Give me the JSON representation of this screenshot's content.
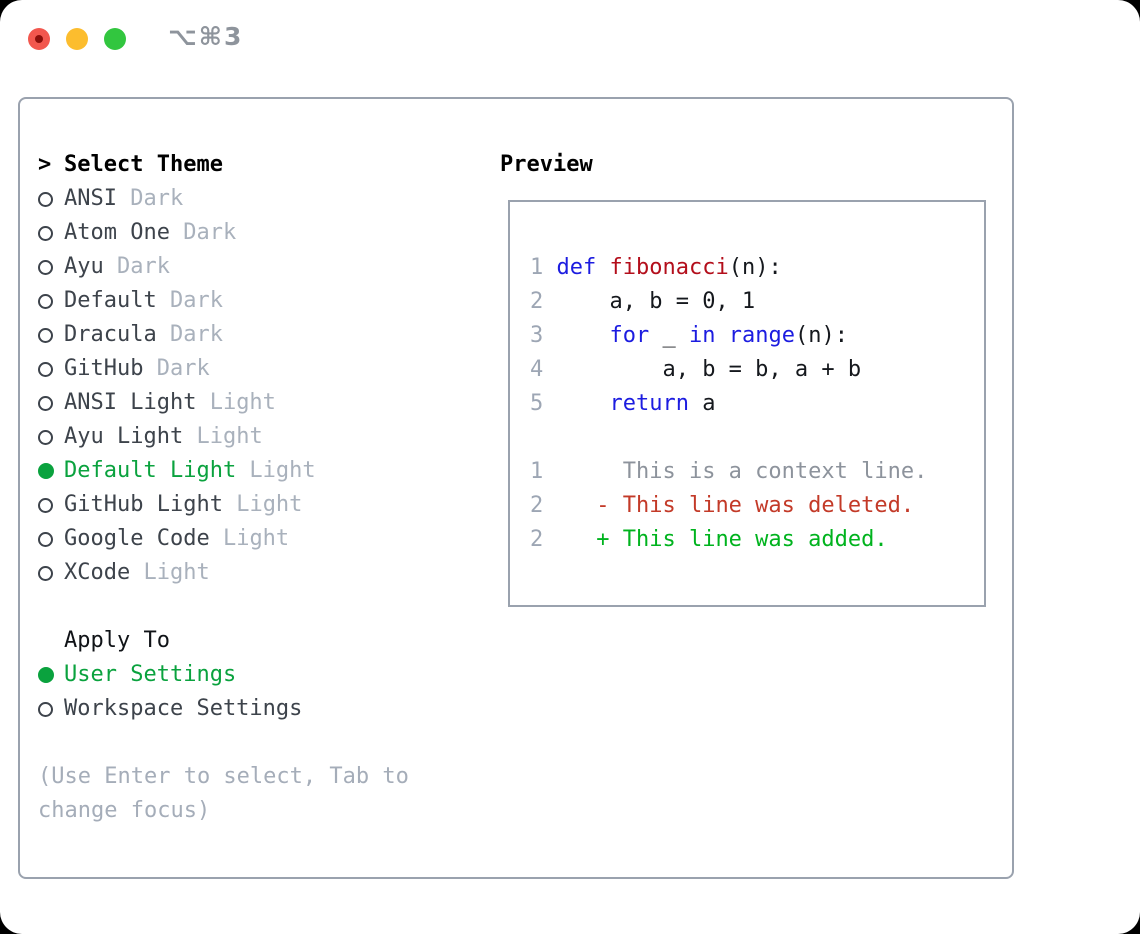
{
  "colors": {
    "tl-red": "#f2574e",
    "tl-red-dot": "#8b0f0b",
    "tl-yellow": "#fcbd2e",
    "tl-green": "#32c63f",
    "title": "#8e949c",
    "border": "#9aa2ae",
    "item": "#3d434b",
    "muted": "#a9b1bc",
    "hint": "#a5adb9",
    "green": "#0aa23e",
    "num": "#9da6b4",
    "ink": "#15181d",
    "kw": "#1c1ce0",
    "fn": "#b30e1b",
    "ctx": "#8d939c",
    "del": "#c33a28",
    "add": "#00b31e"
  },
  "window": {
    "shortcut": "⌥⌘3",
    "controls": [
      "close",
      "minimize",
      "zoom"
    ]
  },
  "theme_menu": {
    "title_marker": ">",
    "title": "Select Theme",
    "themes": [
      {
        "name": "ANSI",
        "variant": "Dark",
        "selected": false
      },
      {
        "name": "Atom One",
        "variant": "Dark",
        "selected": false
      },
      {
        "name": "Ayu",
        "variant": "Dark",
        "selected": false
      },
      {
        "name": "Default",
        "variant": "Dark",
        "selected": false
      },
      {
        "name": "Dracula",
        "variant": "Dark",
        "selected": false
      },
      {
        "name": "GitHub",
        "variant": "Dark",
        "selected": false
      },
      {
        "name": "ANSI Light",
        "variant": "Light",
        "selected": false
      },
      {
        "name": "Ayu Light",
        "variant": "Light",
        "selected": false
      },
      {
        "name": "Default Light",
        "variant": "Light",
        "selected": true
      },
      {
        "name": "GitHub Light",
        "variant": "Light",
        "selected": false
      },
      {
        "name": "Google Code",
        "variant": "Light",
        "selected": false
      },
      {
        "name": "XCode",
        "variant": "Light",
        "selected": false
      }
    ],
    "apply_to": {
      "label": "Apply To",
      "options": [
        {
          "name": "User Settings",
          "selected": true
        },
        {
          "name": "Workspace Settings",
          "selected": false
        }
      ]
    },
    "hints": [
      "(Use Enter to select, Tab to",
      "change focus)"
    ]
  },
  "preview": {
    "title": "Preview",
    "lines": [
      {
        "segments": [
          {
            "t": "1 ",
            "c": "num"
          },
          {
            "t": "def",
            "c": "kw"
          },
          {
            "t": " ",
            "c": "pl"
          },
          {
            "t": "fibonacci",
            "c": "fn"
          },
          {
            "t": "(n):",
            "c": "pl"
          }
        ]
      },
      {
        "segments": [
          {
            "t": "2",
            "c": "num"
          },
          {
            "t": "     a, b = 0, 1",
            "c": "pl"
          }
        ]
      },
      {
        "segments": [
          {
            "t": "3",
            "c": "num"
          },
          {
            "t": "     ",
            "c": "pl"
          },
          {
            "t": "for",
            "c": "kw"
          },
          {
            "t": " _ ",
            "c": "pl"
          },
          {
            "t": "in",
            "c": "kw"
          },
          {
            "t": " ",
            "c": "pl"
          },
          {
            "t": "range",
            "c": "kw"
          },
          {
            "t": "(n):",
            "c": "pl"
          }
        ]
      },
      {
        "segments": [
          {
            "t": "4",
            "c": "num"
          },
          {
            "t": "         a, b = b, a + b",
            "c": "pl"
          }
        ]
      },
      {
        "segments": [
          {
            "t": "5",
            "c": "num"
          },
          {
            "t": "     ",
            "c": "pl"
          },
          {
            "t": "return",
            "c": "kw"
          },
          {
            "t": " a",
            "c": "pl"
          }
        ]
      },
      {
        "segments": []
      },
      {
        "segments": [
          {
            "t": "1",
            "c": "num"
          },
          {
            "t": "      This is a context line.",
            "c": "ctx"
          }
        ]
      },
      {
        "segments": [
          {
            "t": "2",
            "c": "num"
          },
          {
            "t": "    ",
            "c": "pl"
          },
          {
            "t": "- This line was deleted.",
            "c": "del"
          }
        ]
      },
      {
        "segments": [
          {
            "t": "2",
            "c": "num"
          },
          {
            "t": "    ",
            "c": "pl"
          },
          {
            "t": "+ This line was added.",
            "c": "add"
          }
        ]
      }
    ]
  }
}
